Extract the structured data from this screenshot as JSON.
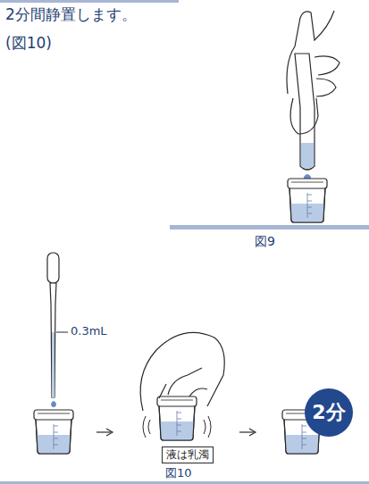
{
  "diagram": {
    "nodes": [
      {
        "text": [
          "液は乳濁"
        ]
      },
      {
        "text": [
          "2分"
        ]
      }
    ],
    "labels": [
      "2分間静置します。",
      "(図10)",
      "図9",
      "0.3mL",
      "図10"
    ]
  }
}
